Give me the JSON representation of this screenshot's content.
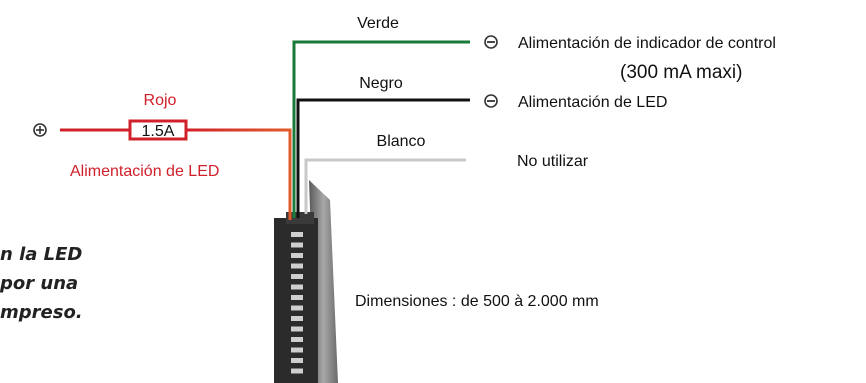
{
  "wires": {
    "green": {
      "label": "Verde",
      "color": "#1a7a3a"
    },
    "black": {
      "label": "Negro",
      "color": "#111111"
    },
    "white": {
      "label": "Blanco",
      "color": "#c8c8c8"
    },
    "red": {
      "label": "Rojo",
      "color": "#d0202a"
    }
  },
  "terminals": {
    "plus_symbol": "+",
    "minus_symbol": "−"
  },
  "fuse": {
    "label": "1.5A"
  },
  "labels": {
    "green_desc_line1": "Alimentación de indicador de control",
    "green_desc_line2": "(300 mA maxi)",
    "black_desc": "Alimentación de LED",
    "white_desc": "No utilizar",
    "red_desc": "Alimentación de LED",
    "dimensions": "Dimensiones : de 500 à 2.000 mm"
  },
  "note_fragments": [
    "n la LED",
    "por una",
    "mpreso."
  ],
  "colors": {
    "text_red": "#d0202a",
    "bar_body": "#2b2b2b",
    "bar_side": "#7a7a7a"
  }
}
